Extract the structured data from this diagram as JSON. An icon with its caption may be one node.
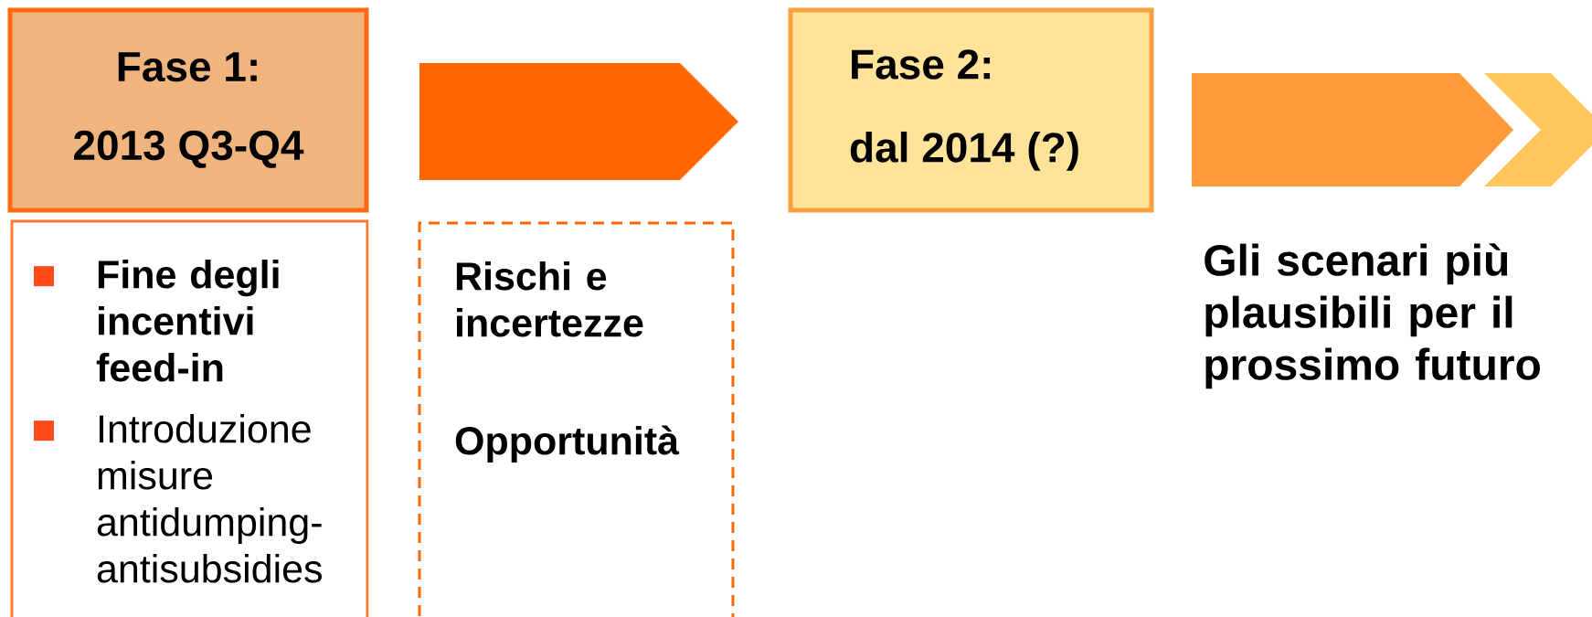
{
  "diagram": {
    "nodes": [
      {
        "text": [
          "Fase 1:",
          "2013 Q3-Q4"
        ]
      },
      {
        "text": [
          "Fine degli incentivi feed-in",
          "Introduzione misure antidumping-antisubsidies"
        ]
      },
      {
        "text": [
          "Rischi e incertezze",
          "Opportunità"
        ]
      },
      {
        "text": [
          "Fase 2:",
          "dal 2014 (?)"
        ]
      }
    ],
    "edges": [
      {
        "from": 0,
        "to": 3,
        "arrow": "to",
        "color": "#ff6600"
      },
      {
        "from": 3,
        "to": null,
        "arrow": "to",
        "color": "#fd9b38"
      }
    ],
    "labels": [
      "Gli scenari più plausibili per il prossimo futuro"
    ]
  }
}
